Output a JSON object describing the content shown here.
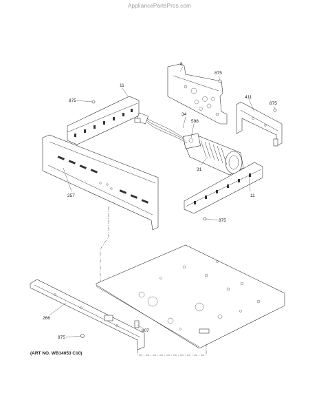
{
  "header": {
    "watermark": "AppliancePartsPros.com"
  },
  "footer": {
    "art_number": "(ART NO. WB14053 C10)"
  },
  "callouts": [
    {
      "id": "c8a",
      "label": "8"
    },
    {
      "id": "c875a",
      "label": "875"
    },
    {
      "id": "c11a",
      "label": "11"
    },
    {
      "id": "c875b",
      "label": "875"
    },
    {
      "id": "c411",
      "label": "411"
    },
    {
      "id": "c875c",
      "label": "875"
    },
    {
      "id": "c34",
      "label": "34"
    },
    {
      "id": "c598",
      "label": "598"
    },
    {
      "id": "c31",
      "label": "31"
    },
    {
      "id": "c257",
      "label": "257"
    },
    {
      "id": "c11b",
      "label": "11"
    },
    {
      "id": "c875d",
      "label": "875"
    },
    {
      "id": "c266",
      "label": "266"
    },
    {
      "id": "c807",
      "label": "807"
    },
    {
      "id": "c875e",
      "label": "875"
    }
  ]
}
